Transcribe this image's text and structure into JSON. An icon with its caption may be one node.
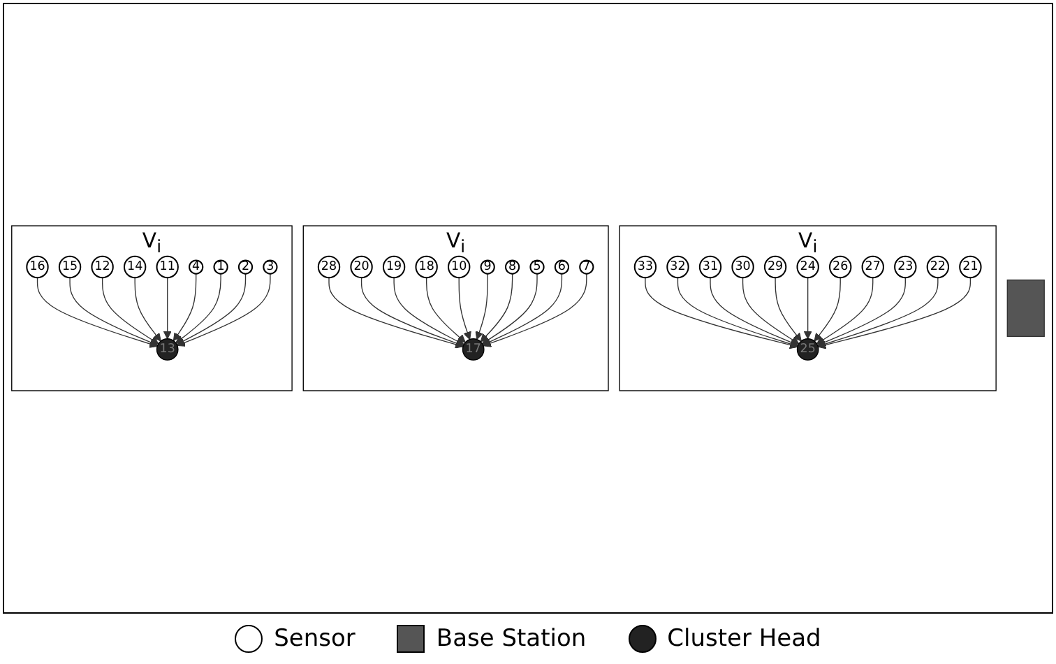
{
  "diagram": {
    "nodes": [
      {
        "text": [
          "V$_{i}$"
        ]
      },
      {
        "text": [
          "33"
        ],
        "in": 0
      },
      {
        "text": [
          "32"
        ],
        "in": 0
      },
      {
        "text": [
          "31"
        ],
        "in": 0
      },
      {
        "text": [
          "30"
        ],
        "in": 0
      },
      {
        "text": [
          "29"
        ],
        "in": 0
      },
      {
        "text": [
          "24"
        ],
        "in": 0
      },
      {
        "text": [
          "25"
        ],
        "in": 0
      },
      {
        "text": [
          "26"
        ],
        "in": 0
      },
      {
        "text": [
          "27"
        ],
        "in": 0
      },
      {
        "text": [
          "23"
        ],
        "in": 0
      },
      {
        "text": [
          "22"
        ],
        "in": 0
      },
      {
        "text": [
          "21"
        ],
        "in": 0
      },
      {
        "text": [
          "V$_{i}$"
        ]
      },
      {
        "text": [
          "28"
        ],
        "in": 13
      },
      {
        "text": [
          "20"
        ],
        "in": 13
      },
      {
        "text": [
          "19"
        ],
        "in": 13
      },
      {
        "text": [
          "18"
        ],
        "in": 13
      },
      {
        "text": [
          "17"
        ],
        "in": 13
      },
      {
        "text": [
          "10"
        ],
        "in": 13
      },
      {
        "text": [
          "9"
        ],
        "in": 13
      },
      {
        "text": [
          "8"
        ],
        "in": 13
      },
      {
        "text": [
          "5"
        ],
        "in": 13
      },
      {
        "text": [
          "6"
        ],
        "in": 13
      },
      {
        "text": [
          "7"
        ],
        "in": 13
      },
      {
        "text": [
          "V$_{i}$"
        ]
      },
      {
        "text": [
          "16"
        ],
        "in": 25
      },
      {
        "text": [
          "15"
        ],
        "in": 25
      },
      {
        "text": [
          "12"
        ],
        "in": 25
      },
      {
        "text": [
          "14"
        ],
        "in": 25
      },
      {
        "text": [
          "11"
        ],
        "in": 25
      },
      {
        "text": [
          "13"
        ],
        "in": 25
      },
      {
        "text": [
          "4"
        ],
        "in": 25
      },
      {
        "text": [
          "1"
        ],
        "in": 25
      },
      {
        "text": [
          "2"
        ],
        "in": 25
      },
      {
        "text": [
          "3"
        ],
        "in": 25
      },
      {
        "text": [],
        "shape": "box"
      }
    ],
    "edges": [
      {
        "from": 1,
        "to": 7,
        "arrow": "to"
      },
      {
        "from": 2,
        "to": 7,
        "arrow": "to"
      },
      {
        "from": 3,
        "to": 7,
        "arrow": "to"
      },
      {
        "from": 4,
        "to": 7,
        "arrow": "to"
      },
      {
        "from": 5,
        "to": 7,
        "arrow": "to"
      },
      {
        "from": 6,
        "to": 7,
        "arrow": "to"
      },
      {
        "from": 8,
        "to": 7,
        "arrow": "to"
      },
      {
        "from": 9,
        "to": 7,
        "arrow": "to"
      },
      {
        "from": 10,
        "to": 7,
        "arrow": "to"
      },
      {
        "from": 11,
        "to": 7,
        "arrow": "to"
      },
      {
        "from": 12,
        "to": 7,
        "arrow": "to"
      },
      {
        "from": 14,
        "to": 18,
        "arrow": "to"
      },
      {
        "from": 15,
        "to": 18,
        "arrow": "to"
      },
      {
        "from": 16,
        "to": 18,
        "arrow": "to"
      },
      {
        "from": 17,
        "to": 18,
        "arrow": "to"
      },
      {
        "from": 19,
        "to": 18,
        "arrow": "to"
      },
      {
        "from": 20,
        "to": 18,
        "arrow": "to"
      },
      {
        "from": 21,
        "to": 18,
        "arrow": "to"
      },
      {
        "from": 22,
        "to": 18,
        "arrow": "to"
      },
      {
        "from": 23,
        "to": 18,
        "arrow": "to"
      },
      {
        "from": 24,
        "to": 18,
        "arrow": "to"
      },
      {
        "from": 26,
        "to": 31,
        "arrow": "to"
      },
      {
        "from": 27,
        "to": 31,
        "arrow": "to"
      },
      {
        "from": 28,
        "to": 31,
        "arrow": "to"
      },
      {
        "from": 29,
        "to": 31,
        "arrow": "to"
      },
      {
        "from": 30,
        "to": 31,
        "arrow": "to"
      },
      {
        "from": 32,
        "to": 31,
        "arrow": "to"
      },
      {
        "from": 33,
        "to": 31,
        "arrow": "to"
      },
      {
        "from": 34,
        "to": 31,
        "arrow": "to"
      },
      {
        "from": 35,
        "to": 31,
        "arrow": "to"
      }
    ],
    "legend": [
      {
        "text": "Sensor",
        "color": "#ffffff"
      },
      {
        "text": "Base Station",
        "color": "#555555"
      },
      {
        "text": "Cluster Head",
        "color": "#222222"
      }
    ]
  }
}
